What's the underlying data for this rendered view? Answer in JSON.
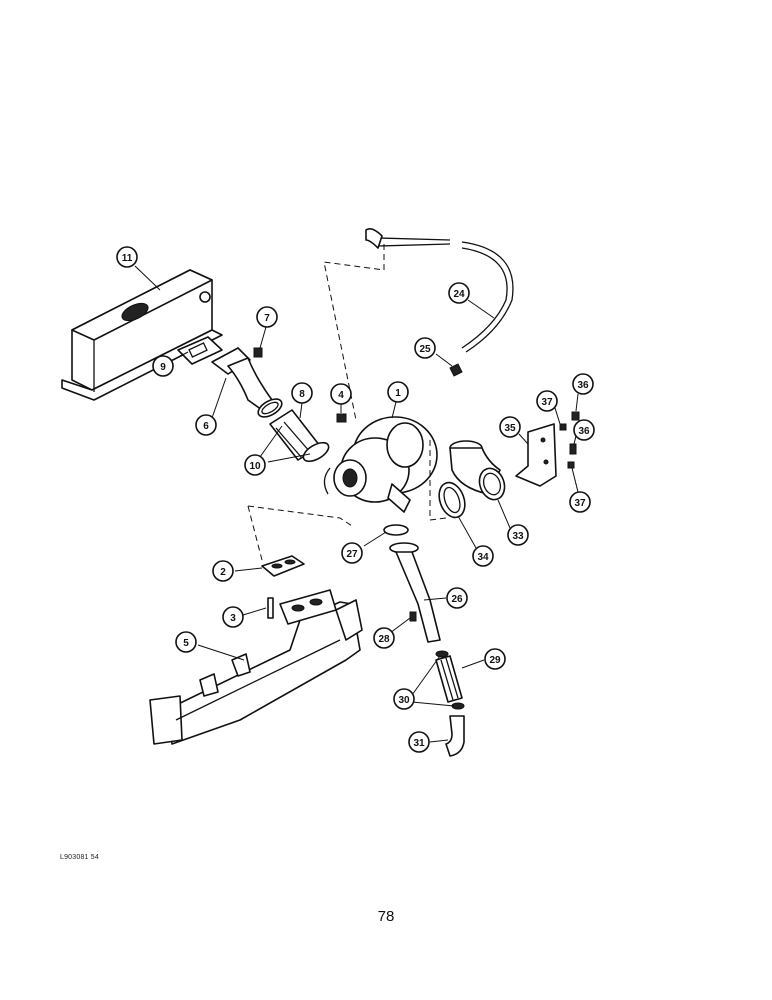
{
  "diagram": {
    "callouts": [
      {
        "id": "11",
        "label": "11"
      },
      {
        "id": "9",
        "label": "9"
      },
      {
        "id": "7",
        "label": "7"
      },
      {
        "id": "6",
        "label": "6"
      },
      {
        "id": "8",
        "label": "8"
      },
      {
        "id": "4",
        "label": "4"
      },
      {
        "id": "10",
        "label": "10"
      },
      {
        "id": "1",
        "label": "1"
      },
      {
        "id": "24",
        "label": "24"
      },
      {
        "id": "25",
        "label": "25"
      },
      {
        "id": "36a",
        "label": "36"
      },
      {
        "id": "37a",
        "label": "37"
      },
      {
        "id": "35",
        "label": "35"
      },
      {
        "id": "36b",
        "label": "36"
      },
      {
        "id": "37b",
        "label": "37"
      },
      {
        "id": "33",
        "label": "33"
      },
      {
        "id": "34",
        "label": "34"
      },
      {
        "id": "27",
        "label": "27"
      },
      {
        "id": "2",
        "label": "2"
      },
      {
        "id": "26",
        "label": "26"
      },
      {
        "id": "3",
        "label": "3"
      },
      {
        "id": "5",
        "label": "5"
      },
      {
        "id": "28",
        "label": "28"
      },
      {
        "id": "29",
        "label": "29"
      },
      {
        "id": "30",
        "label": "30"
      },
      {
        "id": "31",
        "label": "31"
      }
    ]
  },
  "footer": {
    "ref_code": "L903081 54",
    "page_number": "78"
  }
}
